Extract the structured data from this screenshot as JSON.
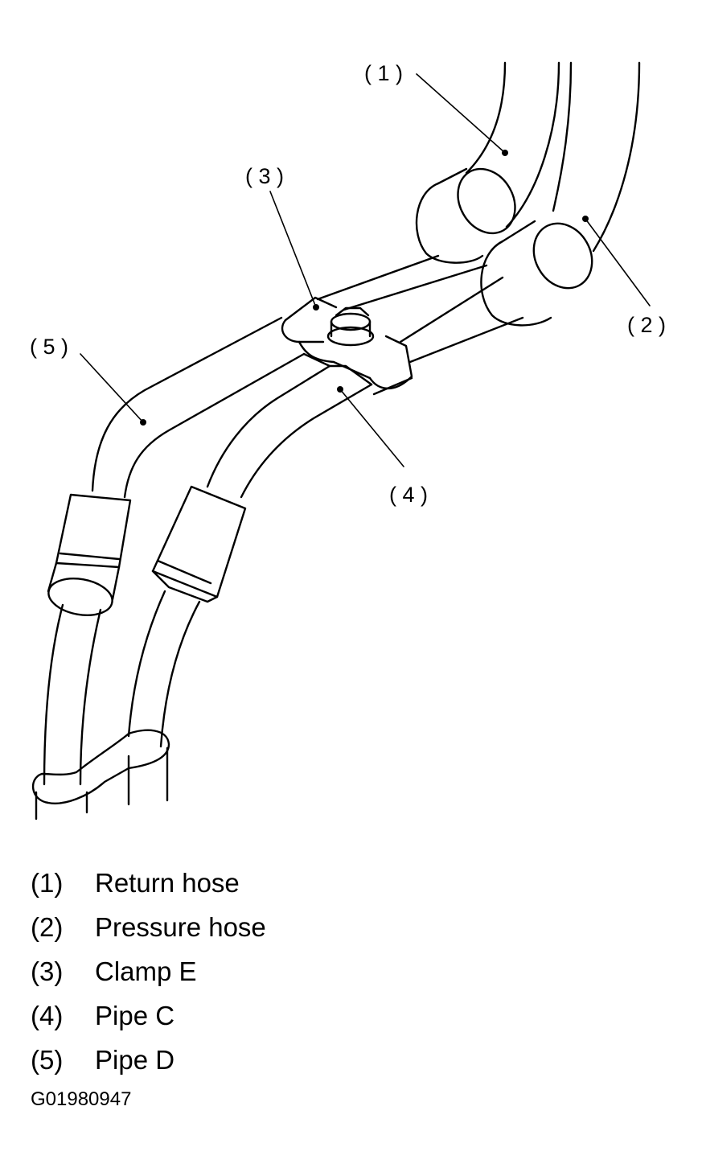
{
  "callouts": [
    "( 1 )",
    "( 2 )",
    "( 3 )",
    "( 4 )",
    "( 5 )"
  ],
  "legend": [
    {
      "num": "(1)",
      "label": "Return hose"
    },
    {
      "num": "(2)",
      "label": "Pressure hose"
    },
    {
      "num": "(3)",
      "label": "Clamp E"
    },
    {
      "num": "(4)",
      "label": "Pipe C"
    },
    {
      "num": "(5)",
      "label": "Pipe D"
    }
  ],
  "figure_code": "G01980947"
}
